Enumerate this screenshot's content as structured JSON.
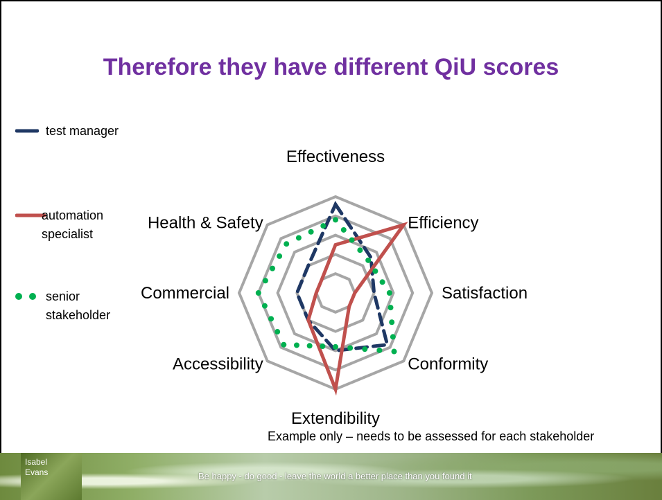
{
  "slide": {
    "title": "Therefore they have different QiU scores",
    "note": "Example only – needs to be assessed for each stakeholder",
    "footer_author": "Isabel Evans",
    "footer_tagline": "Be happy - do good - leave the world a better place than you found it"
  },
  "colors": {
    "title": "#7030a0",
    "grid": "#a6a6a6",
    "test_manager": "#1f3864",
    "automation_specialist": "#c0504d",
    "senior_stakeholder": "#00b050"
  },
  "chart_data": {
    "type": "radar",
    "axes": [
      "Effectiveness",
      "Efficiency",
      "Satisfaction",
      "Conformity",
      "Extendibility",
      "Accessibility",
      "Commercial",
      "Health & Safety"
    ],
    "rlim": [
      0,
      5
    ],
    "grid_levels": [
      1,
      2,
      3,
      4,
      5
    ],
    "legend_position": "left",
    "series": [
      {
        "name": "test manager",
        "style": "dashed",
        "values": [
          4.6,
          2.6,
          2.0,
          3.8,
          3.0,
          2.0,
          2.0,
          2.0
        ]
      },
      {
        "name": "automation specialist",
        "style": "solid",
        "values": [
          2.5,
          5.0,
          1.0,
          1.0,
          5.0,
          2.0,
          1.0,
          1.0
        ]
      },
      {
        "name": "senior stakeholder",
        "style": "dotted",
        "values": [
          3.8,
          2.4,
          2.8,
          4.3,
          2.8,
          3.8,
          4.0,
          3.6
        ]
      }
    ]
  },
  "legend": [
    {
      "label_line1": "test manager",
      "label_line2": ""
    },
    {
      "label_line1": "automation",
      "label_line2": "specialist"
    },
    {
      "label_line1": "senior",
      "label_line2": "stakeholder"
    }
  ]
}
